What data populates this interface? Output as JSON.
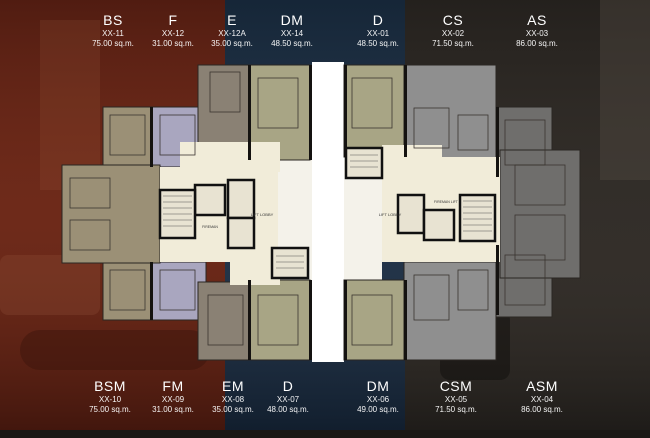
{
  "top_units": [
    {
      "type": "BS",
      "code": "XX-11",
      "area": "75.00 sq.m."
    },
    {
      "type": "F",
      "code": "XX-12",
      "area": "31.00 sq.m."
    },
    {
      "type": "E",
      "code": "XX-12A",
      "area": "35.00 sq.m."
    },
    {
      "type": "DM",
      "code": "XX-14",
      "area": "48.50 sq.m."
    },
    {
      "type": "D",
      "code": "XX-01",
      "area": "48.50 sq.m."
    },
    {
      "type": "CS",
      "code": "XX-02",
      "area": "71.50 sq.m."
    },
    {
      "type": "AS",
      "code": "XX-03",
      "area": "86.00 sq.m."
    }
  ],
  "bottom_units": [
    {
      "type": "BSM",
      "code": "XX-10",
      "area": "75.00 sq.m."
    },
    {
      "type": "FM",
      "code": "XX-09",
      "area": "31.00 sq.m."
    },
    {
      "type": "EM",
      "code": "XX-08",
      "area": "35.00 sq.m."
    },
    {
      "type": "D",
      "code": "XX-07",
      "area": "48.00 sq.m."
    },
    {
      "type": "DM",
      "code": "XX-06",
      "area": "49.00 sq.m."
    },
    {
      "type": "CSM",
      "code": "XX-05",
      "area": "71.50 sq.m."
    },
    {
      "type": "ASM",
      "code": "XX-04",
      "area": "86.00 sq.m."
    }
  ],
  "plan_labels": {
    "lift_lobby_left": "LIFT LOBBY",
    "lift_lobby_right": "LIFT LOBBY",
    "fireman_left": "FIREMAN",
    "fireman_right": "FIREMAN LIFT"
  },
  "colors": {
    "zone_red": "#7a2a1c",
    "zone_blue": "#1d3550",
    "zone_dark": "#2b2723",
    "unit_tan": "#9b9076",
    "unit_olive": "#a8a585",
    "unit_taupe": "#8a8174",
    "unit_lavender": "#a9a6bf",
    "unit_gray": "#8f8f8f",
    "unit_dark_gray": "#6f6e6c",
    "corridor": "#f1ecd9"
  }
}
